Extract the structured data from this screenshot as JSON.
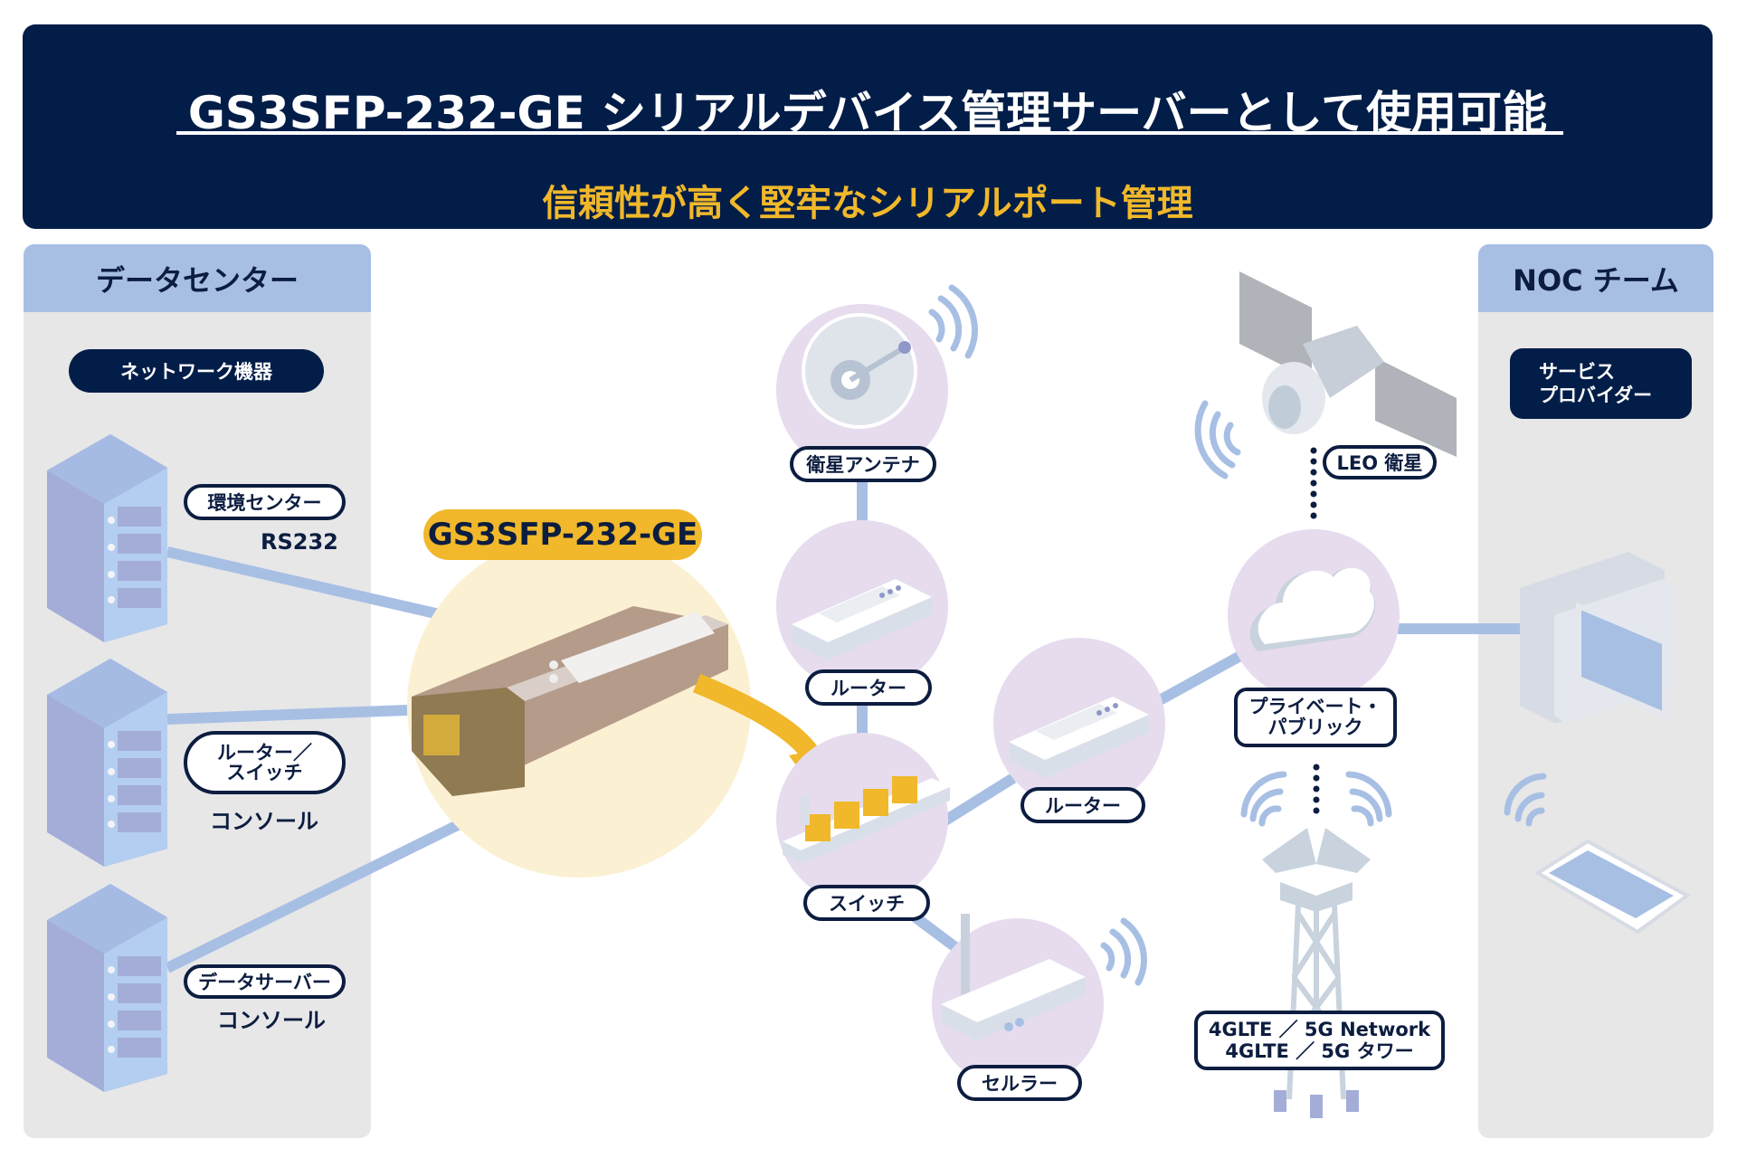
{
  "header": {
    "title": "GS3SFP-232-GE シリアルデバイス管理サーバーとして使用可能",
    "subtitle": "信頼性が高く堅牢なシリアルポート管理"
  },
  "left_panel": {
    "title": "データセンター",
    "category": "ネットワーク機器",
    "devices": [
      {
        "label": "環境センター",
        "sublabel": "RS232"
      },
      {
        "label": "ルーター／\nスイッチ",
        "sublabel": "コンソール"
      },
      {
        "label": "データサーバー",
        "sublabel": "コンソール"
      }
    ]
  },
  "product": {
    "name": "GS3SFP-232-GE"
  },
  "network_nodes": {
    "satellite_antenna": "衛星アンテナ",
    "router_1": "ルーター",
    "switch": "スイッチ",
    "router_2": "ルーター",
    "cellular": "セルラー",
    "cloud": "プライベート・\nパブリック",
    "leo_satellite": "LEO 衛星",
    "tower_line1": "4GLTE ／ 5G Network",
    "tower_line2": "4GLTE ／ 5G タワー"
  },
  "right_panel": {
    "title": "NOC チーム",
    "category": "サービス\nプロバイダー"
  },
  "colors": {
    "navy": "#021d48",
    "gold": "#f0b82a",
    "panel_bg": "#e7e7e8",
    "panel_header": "#a8bfe4",
    "link": "#a8bfe4",
    "node_bg": "#e6dcee",
    "product_bg": "#fbf0d2"
  }
}
